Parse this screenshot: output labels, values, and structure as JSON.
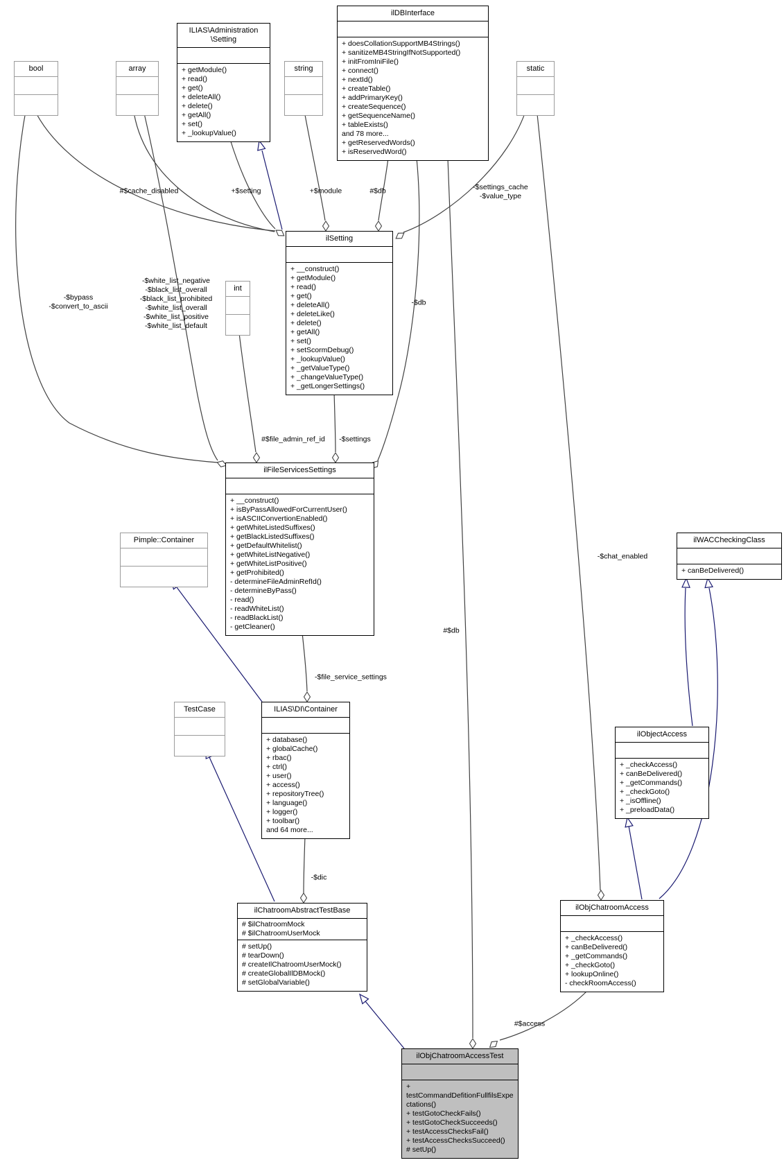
{
  "classes": {
    "bool": {
      "name": "bool",
      "attributes": [],
      "methods": []
    },
    "array": {
      "name": "array",
      "attributes": [],
      "methods": []
    },
    "string": {
      "name": "string",
      "attributes": [],
      "methods": []
    },
    "static": {
      "name": "static",
      "attributes": [],
      "methods": []
    },
    "int": {
      "name": "int",
      "attributes": [],
      "methods": []
    },
    "admin_setting": {
      "name": "ILIAS\\Administration\n\\Setting",
      "attributes": [],
      "methods": [
        "+ getModule()",
        "+ read()",
        "+ get()",
        "+ deleteAll()",
        "+ delete()",
        "+ getAll()",
        "+ set()",
        "+ _lookupValue()"
      ]
    },
    "ildbinterface": {
      "name": "ilDBInterface",
      "attributes": [],
      "methods": [
        "+ doesCollationSupportMB4Strings()",
        "+ sanitizeMB4StringIfNotSupported()",
        "+ initFromIniFile()",
        "+ connect()",
        "+ nextId()",
        "+ createTable()",
        "+ addPrimaryKey()",
        "+ createSequence()",
        "+ getSequenceName()",
        "+ tableExists()",
        "and 78 more...",
        "+ getReservedWords()",
        "+ isReservedWord()"
      ]
    },
    "ilsetting": {
      "name": "ilSetting",
      "attributes": [],
      "methods": [
        "+ __construct()",
        "+ getModule()",
        "+ read()",
        "+ get()",
        "+ deleteAll()",
        "+ deleteLike()",
        "+ delete()",
        "+ getAll()",
        "+ set()",
        "+ setScormDebug()",
        "+ _lookupValue()",
        "+ _getValueType()",
        "+ _changeValueType()",
        "+ _getLongerSettings()"
      ]
    },
    "ilfileservicessettings": {
      "name": "ilFileServicesSettings",
      "attributes": [],
      "methods": [
        "+ __construct()",
        "+ isByPassAllowedForCurrentUser()",
        "+ isASCIIConvertionEnabled()",
        "+ getWhiteListedSuffixes()",
        "+ getBlackListedSuffixes()",
        "+ getDefaultWhitelist()",
        "+ getWhiteListNegative()",
        "+ getWhiteListPositive()",
        "+ getProhibited()",
        "- determineFileAdminRefId()",
        "- determineByPass()",
        "- read()",
        "- readWhiteList()",
        "- readBlackList()",
        "- getCleaner()"
      ]
    },
    "pimple_container": {
      "name": "Pimple::Container",
      "attributes": [],
      "methods": []
    },
    "ilwaccheckingclass": {
      "name": "ilWACCheckingClass",
      "attributes": [],
      "methods": [
        "+ canBeDelivered()"
      ]
    },
    "di_container": {
      "name": "ILIAS\\DI\\Container",
      "attributes": [],
      "methods": [
        "+ database()",
        "+ globalCache()",
        "+ rbac()",
        "+ ctrl()",
        "+ user()",
        "+ access()",
        "+ repositoryTree()",
        "+ language()",
        "+ logger()",
        "+ toolbar()",
        "and 64 more..."
      ]
    },
    "testcase": {
      "name": "TestCase",
      "attributes": [],
      "methods": []
    },
    "ilobjectaccess": {
      "name": "ilObjectAccess",
      "attributes": [],
      "methods": [
        "+ _checkAccess()",
        "+ canBeDelivered()",
        "+ _getCommands()",
        "+ _checkGoto()",
        "+ _isOffline()",
        "+ _preloadData()"
      ]
    },
    "ilchatroomabstracttestbase": {
      "name": "ilChatroomAbstractTestBase",
      "attributes": [
        "# $ilChatroomMock",
        "# $ilChatroomUserMock"
      ],
      "methods": [
        "# setUp()",
        "# tearDown()",
        "# createIlChatroomUserMock()",
        "# createGlobalIlDBMock()",
        "# setGlobalVariable()"
      ]
    },
    "ilobjchatroomaccess": {
      "name": "ilObjChatroomAccess",
      "attributes": [],
      "methods": [
        "+ _checkAccess()",
        "+ canBeDelivered()",
        "+ _getCommands()",
        "+ _checkGoto()",
        "+ lookupOnline()",
        "- checkRoomAccess()"
      ]
    },
    "ilobjchatroomaccesstest": {
      "name": "ilObjChatroomAccessTest",
      "attributes": [],
      "methods": [
        "+ testCommandDefitionFullfilsExpectations()",
        "+ testGotoCheckFails()",
        "+ testGotoCheckSucceeds()",
        "+ testAccessChecksFail()",
        "+ testAccessChecksSucceed()",
        "# setUp()"
      ]
    }
  },
  "labels": {
    "cache_disabled": "#$cache_disabled",
    "setting": "+$setting",
    "module": "+$module",
    "db_setting": "#$db",
    "settings_cache": "-$settings_cache\n-$value_type",
    "db_fss": "-$db",
    "bypass": "-$bypass\n-$convert_to_ascii",
    "white_lists": "-$white_list_negative\n-$black_list_overall\n-$black_list_prohibited\n-$white_list_overall\n-$white_list_positive\n-$white_list_default",
    "file_admin_ref_id": "#$file_admin_ref_id",
    "settings": "-$settings",
    "chat_enabled": "-$chat_enabled",
    "file_service_settings": "-$file_service_settings",
    "db_test": "#$db",
    "dic": "-$dic",
    "access": "#$access"
  },
  "colors": {
    "association_edge": "#404040",
    "inheritance_edge": "#191970",
    "selected_fill": "#bfbfbf",
    "class_border": "#000000",
    "external_border": "#9b9b9b",
    "background": "#ffffff"
  }
}
